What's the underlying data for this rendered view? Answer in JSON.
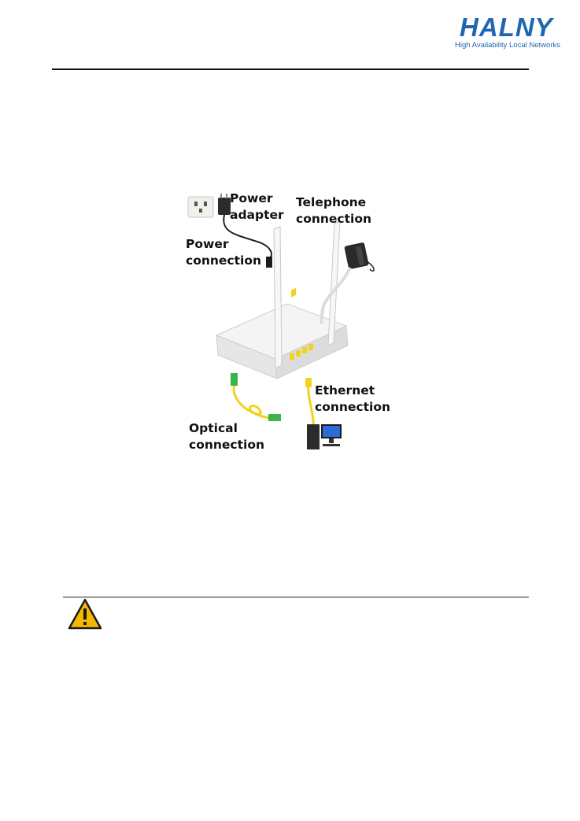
{
  "header": {
    "logo_text": "HALNY",
    "logo_tagline": "High Availability Local Networks",
    "brand_color": "#1f66b3"
  },
  "figure": {
    "labels": {
      "power_adapter": "Power\nadapter",
      "telephone_connection": "Telephone\nconnection",
      "power_connection": "Power\nconnection",
      "ethernet_connection": "Ethernet\nconnection",
      "optical_connection": "Optical\nconnection"
    },
    "cable_color": "#f2d21a",
    "connector_color": "#39b54a"
  },
  "note": {
    "icon": "warning-icon",
    "icon_color": "#f5b800"
  }
}
